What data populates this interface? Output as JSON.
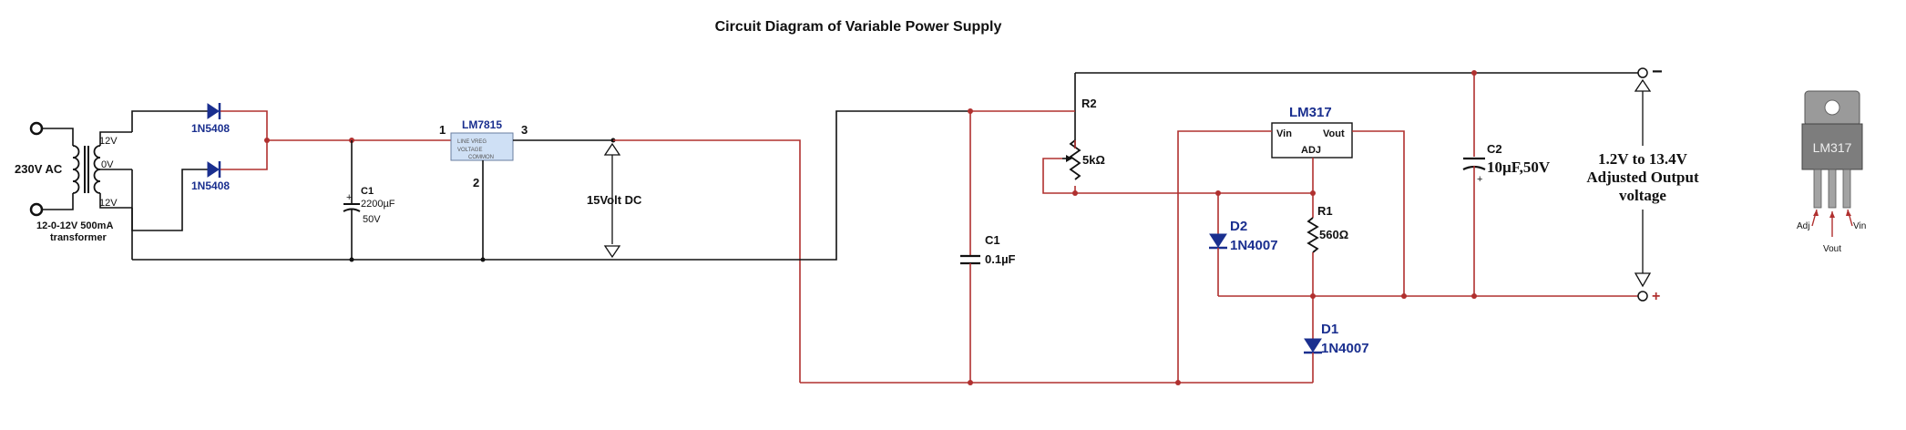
{
  "title": "Circuit Diagram of Variable Power Supply",
  "transformer": {
    "input_label": "230V AC",
    "tap_top": "12V",
    "tap_center": "0V",
    "tap_bottom": "12V",
    "rating_line1": "12-0-12V  500mA",
    "rating_line2": "transformer"
  },
  "rectifier": {
    "diode_top": "1N5408",
    "diode_bottom": "1N5408"
  },
  "filter_cap": {
    "name": "C1",
    "value": "2200µF",
    "voltage": "50V"
  },
  "regulator_fixed": {
    "name": "LM7815",
    "pin1": "1",
    "pin2": "2",
    "pin3": "3"
  },
  "dc_label": "15Volt DC",
  "cap_c1b": {
    "name": "C1",
    "value": "0.1µF"
  },
  "pot": {
    "name": "R2",
    "value": "5kΩ"
  },
  "regulator_adj": {
    "name": "LM317",
    "pin_in": "Vin",
    "pin_out": "Vout",
    "pin_adj": "ADJ"
  },
  "resistor": {
    "name": "R1",
    "value": "560Ω"
  },
  "diode_d2": {
    "name": "D2",
    "value": "1N4007"
  },
  "diode_d1": {
    "name": "D1",
    "value": "1N4007"
  },
  "cap_c2": {
    "name": "C2",
    "value": "10µF,50V"
  },
  "output": {
    "line1": "1.2V to 13.4V",
    "line2": "Adjusted Output",
    "line3": "voltage",
    "minus": "−",
    "plus": "+"
  },
  "package": {
    "name": "LM317",
    "pin_adj": "Adj",
    "pin_vout": "Vout",
    "pin_vin": "Vin"
  },
  "colors": {
    "wire_black": "#111111",
    "wire_red": "#b0302f",
    "label_blue": "#1a2f8f",
    "package_body": "#8c8c8c"
  }
}
